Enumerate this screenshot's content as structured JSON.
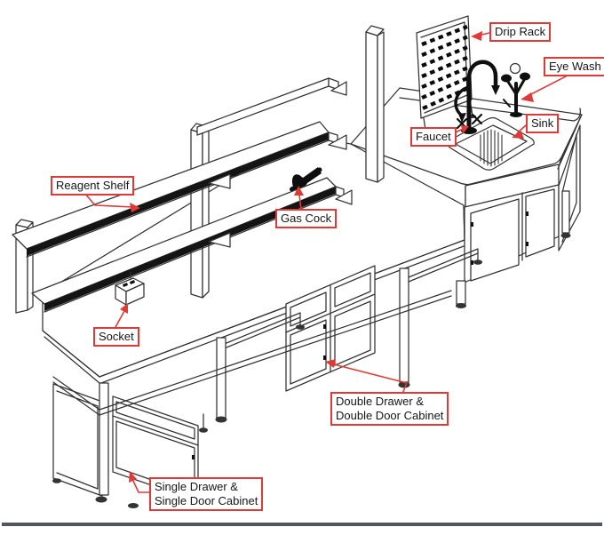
{
  "diagram": {
    "callouts": {
      "drip_rack": {
        "text": "Drip Rack"
      },
      "eye_wash": {
        "text": "Eye Wash"
      },
      "sink": {
        "text": "Sink"
      },
      "faucet": {
        "text": "Faucet"
      },
      "reagent_shelf": {
        "text": "Reagent Shelf"
      },
      "gas_cock": {
        "text": "Gas Cock"
      },
      "socket": {
        "text": "Socket"
      },
      "double_cabinet": {
        "text": "Double Drawer &\nDouble Door Cabinet"
      },
      "single_cabinet": {
        "text": "Single Drawer &\nSingle Door Cabinet"
      }
    },
    "colors": {
      "callout_border": "#e03a36",
      "leader_line": "#e03a36",
      "drawing_line": "#333333",
      "fixture_black": "#0f0f0f",
      "bottom_rule": "#51555f",
      "background": "#ffffff"
    }
  }
}
